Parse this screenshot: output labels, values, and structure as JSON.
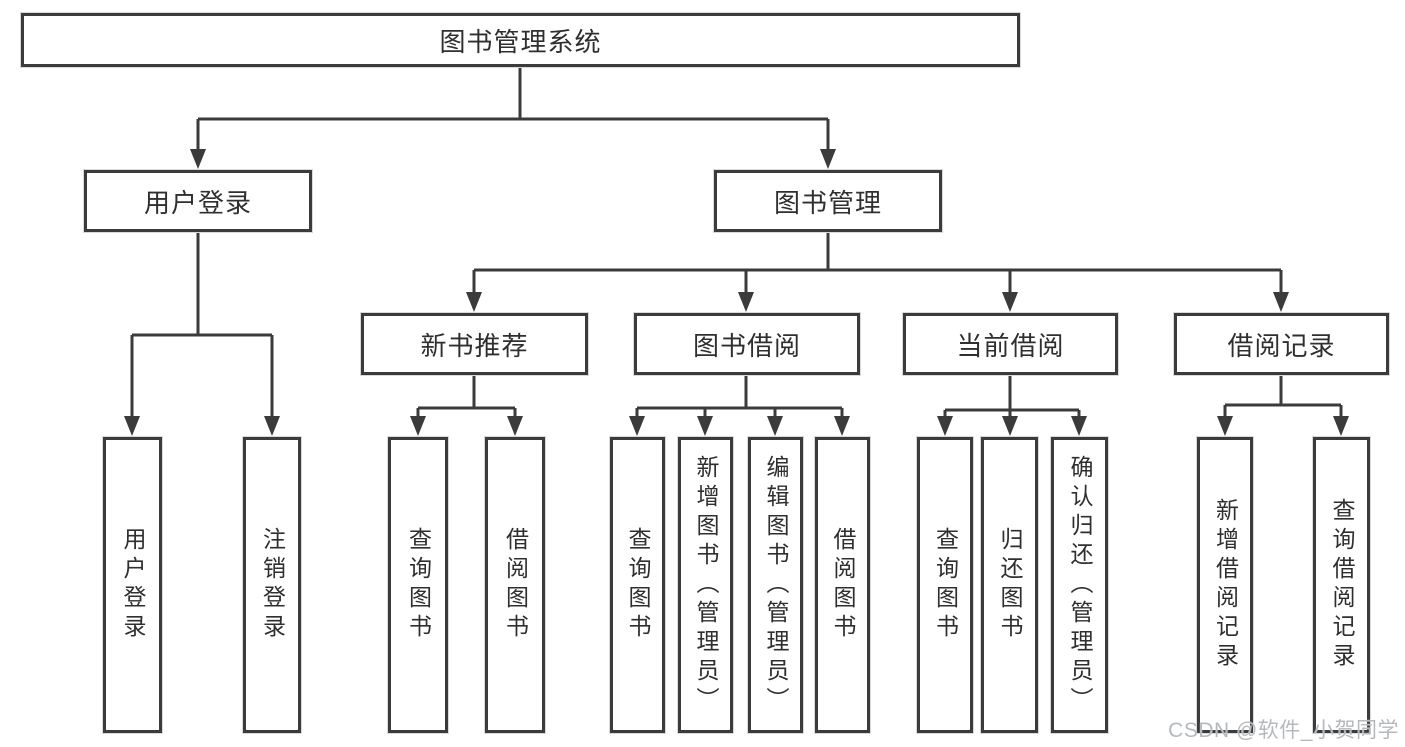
{
  "diagram_title": "图书管理系统",
  "nodes": {
    "root": {
      "label": "图书管理系统"
    },
    "user_login": {
      "label": "用户登录"
    },
    "book_management": {
      "label": "图书管理"
    },
    "new_book_recommend": {
      "label": "新书推荐"
    },
    "book_borrow": {
      "label": "图书借阅"
    },
    "current_borrow": {
      "label": "当前借阅"
    },
    "borrow_records": {
      "label": "借阅记录"
    }
  },
  "leaves": {
    "user_login": [
      "用户登录",
      "注销登录"
    ],
    "new_book_recommend": [
      "查询图书",
      "借阅图书"
    ],
    "book_borrow": [
      "查询图书",
      "新增图书（管理员）",
      "编辑图书（管理员）",
      "借阅图书"
    ],
    "current_borrow": [
      "查询图书",
      "归还图书",
      "确认归还（管理员）"
    ],
    "borrow_records": [
      "新增借阅记录",
      "查询借阅记录"
    ]
  },
  "watermark": {
    "text": "CSDN @软件_小贺同学",
    "color": "#b5b9be"
  },
  "colors": {
    "line": "#3b3b3b",
    "border": "#3b3b3b",
    "text": "#2f2f2f",
    "background": "#ffffff"
  }
}
